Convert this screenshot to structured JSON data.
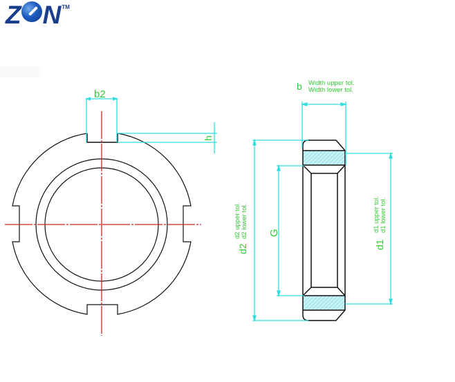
{
  "logo": {
    "text_left": "Z",
    "text_right": "N",
    "trademark": "TM",
    "color": "#1a3d8c"
  },
  "front_view": {
    "labels": {
      "slot_width": "b2",
      "slot_depth": "h"
    }
  },
  "section_view": {
    "labels": {
      "width": "b",
      "width_upper_tol": "Width upper tol.",
      "width_lower_tol": "Width lower tol.",
      "outer_diameter": "d2",
      "d2_upper_tol": "d2 upper tol.",
      "d2_lower_tol": "d2 lower tol.",
      "thread": "G",
      "face_diameter": "d1",
      "d1_upper_tol": "d1 upper tol.",
      "d1_lower_tol": "d1 lower tol."
    }
  },
  "colors": {
    "outline": "#111111",
    "dimension": "#33dddd",
    "label": "#33cc33",
    "centerline": "#cc2222",
    "hatch": "#9ee8ee"
  }
}
